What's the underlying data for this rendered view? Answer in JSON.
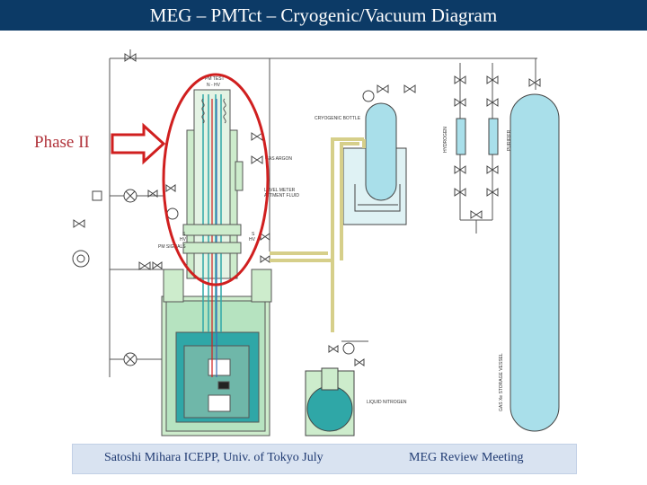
{
  "slide": {
    "title": "MEG – PMTct – Cryogenic/Vacuum Diagram",
    "phase_label": "Phase II",
    "footer_left": "Satoshi Mihara ICEPP, Univ. of Tokyo July",
    "footer_right": "MEG Review Meeting"
  },
  "diagram_labels": {
    "pm_test": "PM TEST",
    "n_hv": "N - HV",
    "cryogenic_bottle": "CRYOGENIC BOTTLE",
    "gas_argon": "GAS ARGON",
    "level_meter": "LEVEL METER",
    "attachment_fluid": "ATTMENT FLUID",
    "s_hv_1": "S",
    "hv_1": "HV",
    "s_hv_2": "S",
    "hv_2": "HV",
    "pm_signals": "PM SIGNALS",
    "liquid_nitrogen": "LIQUID NITROGEN",
    "hydrogen": "HYDROGEN",
    "purifier": "PURIFIER",
    "gas_storage_vessel": "GAS Xe STORAGE VESSEL"
  },
  "colors": {
    "title_bar": "#0c3a66",
    "accent_red": "#d01f1f",
    "cryostat_fill": "#cdeccc",
    "liquid_fill": "#2fa7a7",
    "vessel_fill": "#a9dfea",
    "pipe_fill": "#ede6b4"
  }
}
